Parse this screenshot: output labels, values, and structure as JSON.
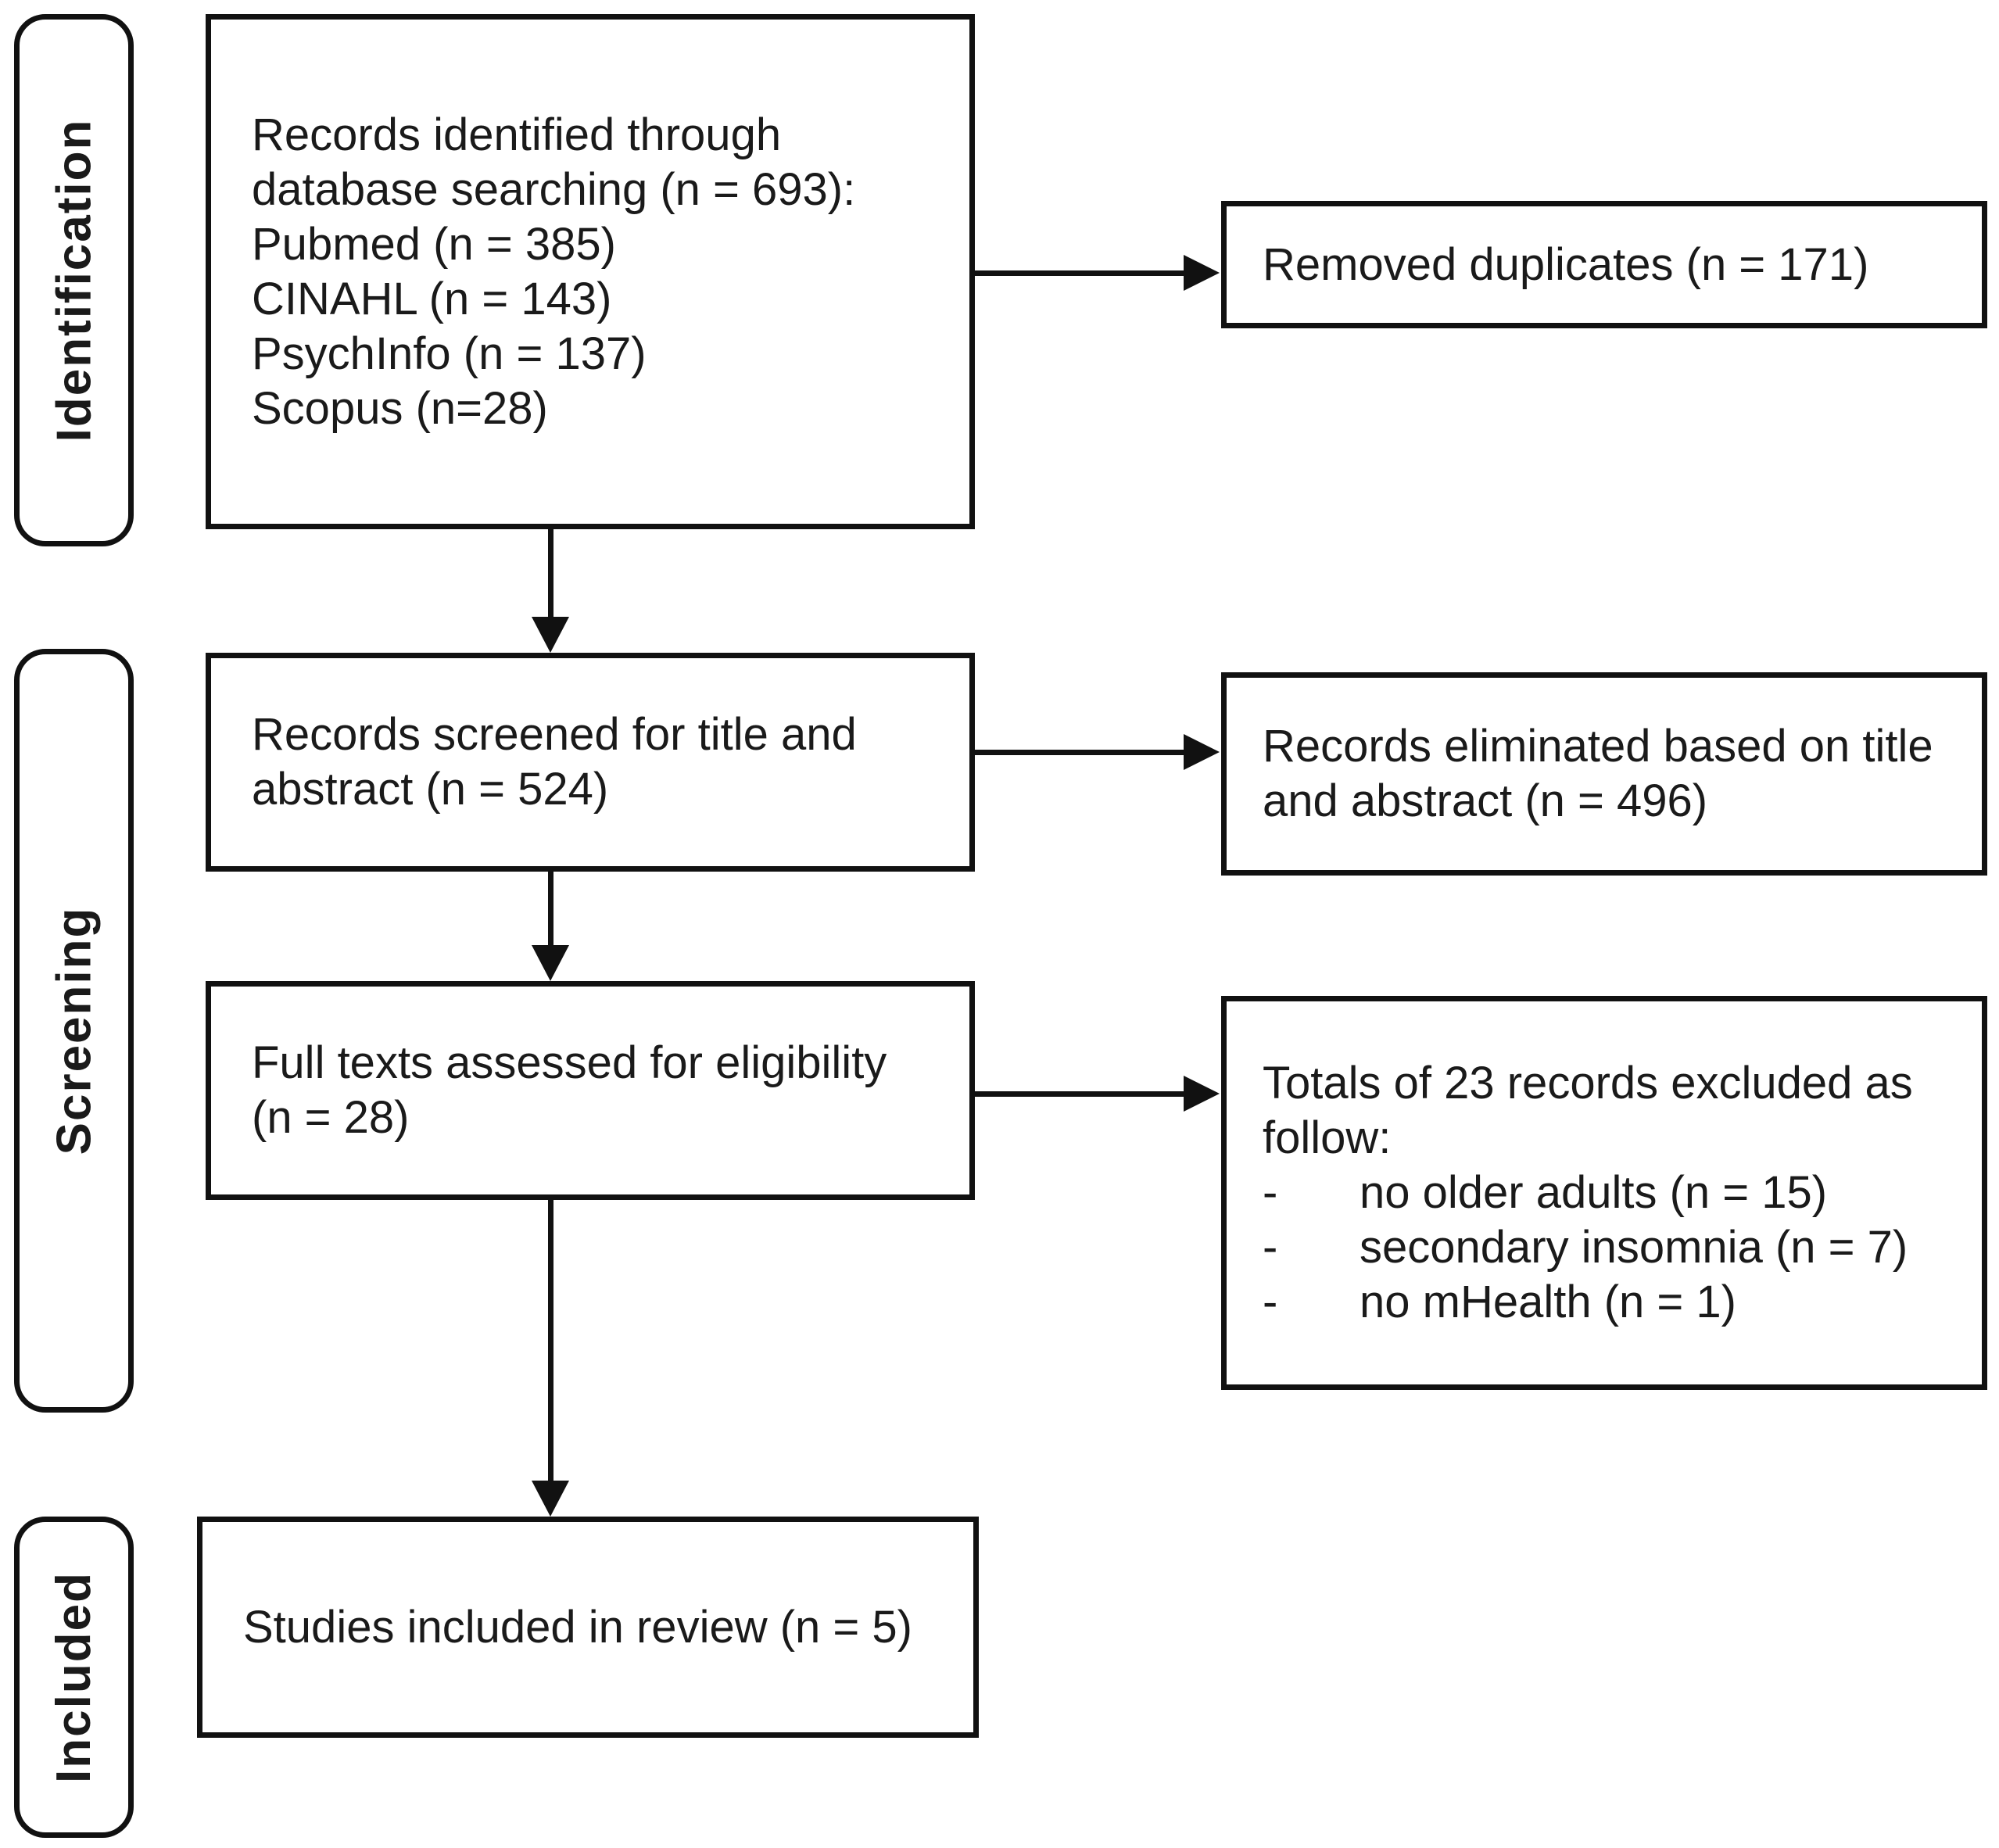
{
  "colors": {
    "line": "#111111",
    "text": "#1a1a1a",
    "background": "#ffffff"
  },
  "stages": {
    "identification": "Identification",
    "screening": "Screening",
    "included": "Included"
  },
  "boxes": {
    "identified": {
      "lines": [
        "Records identified through",
        "database searching (n = 693):",
        "Pubmed (n = 385)",
        "CINAHL (n = 143)",
        "PsychInfo (n = 137)",
        "Scopus (n=28)"
      ]
    },
    "duplicates": {
      "lines": [
        "Removed duplicates (n = 171)"
      ]
    },
    "screened": {
      "lines": [
        "Records screened for title and",
        "abstract (n = 524)"
      ]
    },
    "eliminated": {
      "lines": [
        "Records eliminated based on title",
        "and abstract (n = 496)"
      ]
    },
    "fulltext": {
      "lines": [
        "Full texts assessed for eligibility",
        "(n = 28)"
      ]
    },
    "excluded": {
      "intro_lines": [
        "Totals of 23 records excluded as",
        "follow:"
      ],
      "bullet": "-",
      "items": [
        "no older adults (n = 15)",
        "secondary insomnia (n = 7)",
        "no mHealth (n = 1)"
      ]
    },
    "included": {
      "lines": [
        "Studies included in review (n = 5)"
      ]
    }
  }
}
